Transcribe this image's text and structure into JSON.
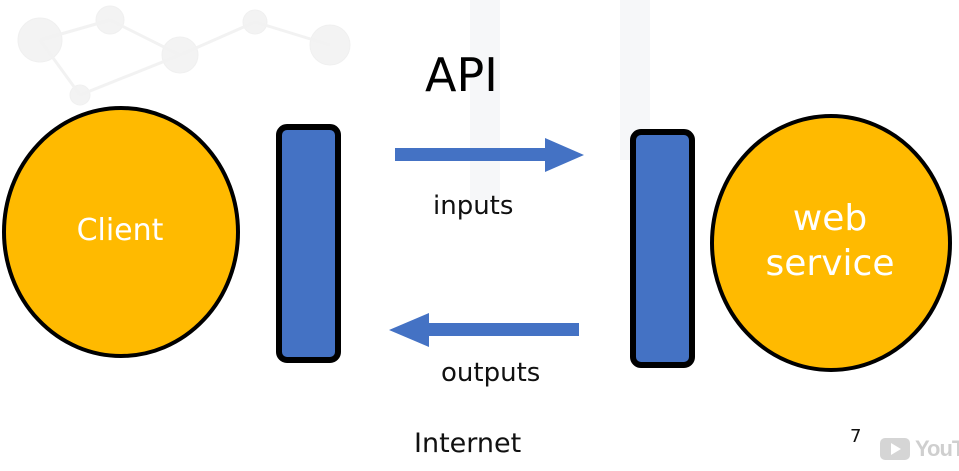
{
  "diagram": {
    "title": "API",
    "client": {
      "label": "Client"
    },
    "service": {
      "label_line1": "web",
      "label_line2": "service"
    },
    "request_arrow": {
      "label": "inputs"
    },
    "response_arrow": {
      "label": "outputs"
    },
    "footer": "Internet",
    "page_number": "7"
  },
  "watermark": {
    "word": "YouTu"
  },
  "colors": {
    "ellipse_fill": "#FFBA00",
    "gate_fill": "#4472C4",
    "arrow": "#4472C4",
    "outline": "#000000"
  }
}
